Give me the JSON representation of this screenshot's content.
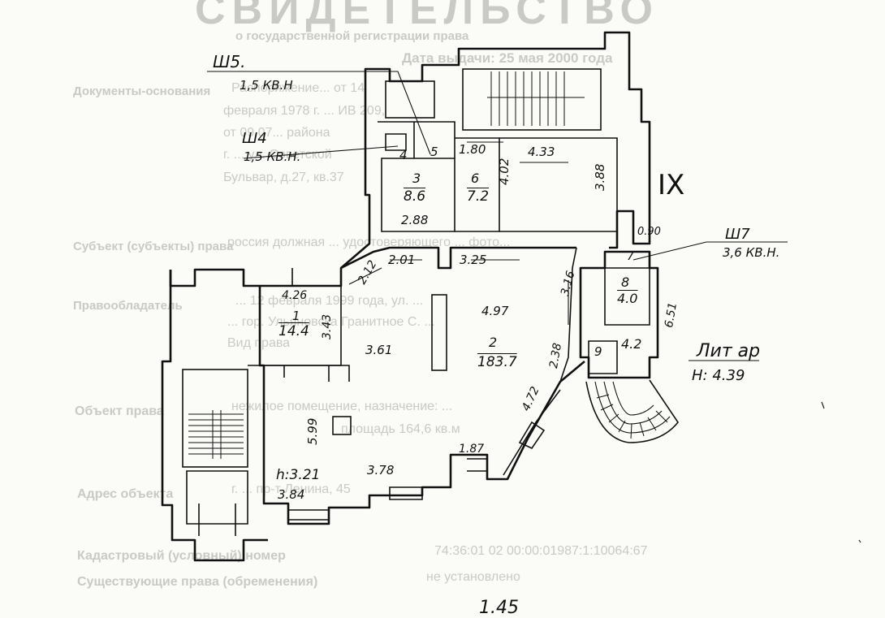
{
  "background_document": {
    "title": "СВИДЕТЕЛЬСТВО",
    "subtitle": "о государственной регистрации права",
    "date_line": "Дата выдачи: 25 мая 2000 года",
    "basis_label": "Документы-основания",
    "basis_text": [
      "Распоряжение... от 14",
      "февраля 1978 г. ... ИВ 209,",
      "от 09.07... района",
      "г. ... ул. Советской",
      "Бульвар, д.27, кв.37"
    ],
    "subject_label": "Субъект (субъекты) права",
    "subject_text": "россия должная ... удостоверяющего ... фото...",
    "land_label": "Правообладатель",
    "land_text": [
      "... 12 февраля 1999 года, ул. ...",
      "... гор. Ульяновска Гранитное С. ...",
      "Вид права"
    ],
    "object_label": "Объект права",
    "object_text": [
      "нежилое помещение, назначение: ...",
      "площадь 164,6 кв.м"
    ],
    "address_label": "Адрес объекта",
    "address_text": "г. ... пр-т Ленина, 45",
    "cadastral_label": "Кадастровый (условный) номер",
    "cadastral_value": "74:36:01 02 00:00:01987:1:10064:67",
    "encumbrance_label": "Существующие права (обременения)",
    "encumbrance_value": "не установлено"
  },
  "floor_plan": {
    "labels": {
      "b5": "Ш5.",
      "b5_area": "1,5 КВ.Н",
      "b4": "Ш4",
      "b4_area": "1,5 КВ.Н.",
      "b7": "Ш7",
      "b7_area": "3,6 КВ.Н.",
      "roman": "IX",
      "lit": "Лит ар",
      "lit_height": "Н: 4.39",
      "height_main": "h:3.21",
      "bottom_note": "1.45"
    },
    "rooms": {
      "r1_num": "1",
      "r1_area": "14.4",
      "r2_num": "2",
      "r2_area": "183.7",
      "r3_num": "3",
      "r3_area": "8.6",
      "r4_num": "4",
      "r5_num": "5",
      "r6_num": "6",
      "r6_area": "7.2",
      "r7_num": "7",
      "r8_num": "8",
      "r8_area": "4.0",
      "r9_num": "9",
      "r9_area": "4.2"
    },
    "dimensions": {
      "d_180": "1.80",
      "d_433": "4.33",
      "d_402": "4.02",
      "d_388": "3.88",
      "d_288": "2.88",
      "d_090": "0.90",
      "d_212": "2.12",
      "d_201": "2.01",
      "d_325": "3.25",
      "d_426": "4.26",
      "d_343": "3.43",
      "d_316": "3.16",
      "d_497": "4.97",
      "d_651": "6.51",
      "d_361": "3.61",
      "d_238": "2.38",
      "d_472": "4.72",
      "d_599": "5.99",
      "d_187": "1.87",
      "d_378": "3.78",
      "d_384": "3.84"
    }
  }
}
